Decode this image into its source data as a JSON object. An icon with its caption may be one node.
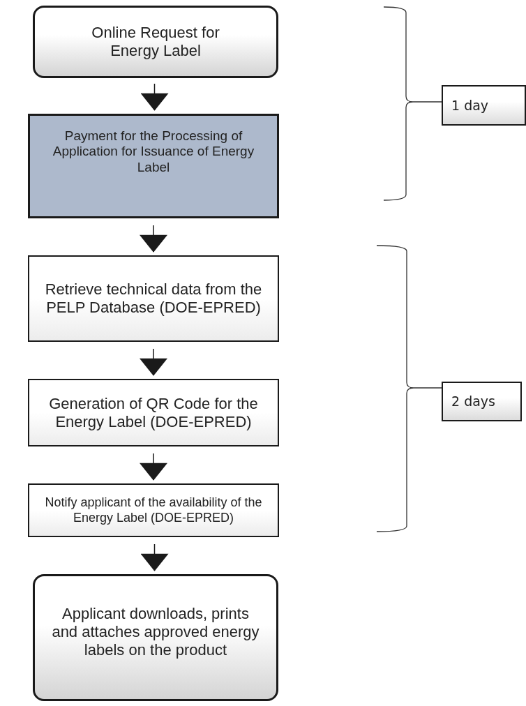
{
  "diagram": {
    "nodes": [
      {
        "text": [
          "Online Request for Energy Label"
        ]
      },
      {
        "text": [
          "Payment for the Processing of Application for Issuance of Energy Label"
        ]
      },
      {
        "text": [
          "Retrieve technical data from the PELP Database (DOE-EPRED)"
        ]
      },
      {
        "text": [
          "Generation of QR Code for the Energy Label (DOE-EPRED)"
        ]
      },
      {
        "text": [
          "Notify applicant of the availability of the Energy Label (DOE-EPRED)"
        ]
      },
      {
        "text": [
          "Applicant downloads, prints and attaches approved energy labels on the product"
        ]
      },
      {
        "text": [
          "1 day"
        ]
      },
      {
        "text": [
          "2 days"
        ]
      }
    ],
    "edges": [
      {
        "from": 0,
        "to": 1,
        "arrow": "to"
      },
      {
        "from": 1,
        "to": 2,
        "arrow": "to"
      },
      {
        "from": 2,
        "to": 3,
        "arrow": "to"
      },
      {
        "from": 3,
        "to": 4,
        "arrow": "to"
      },
      {
        "from": 4,
        "to": 5,
        "arrow": "to"
      }
    ]
  }
}
